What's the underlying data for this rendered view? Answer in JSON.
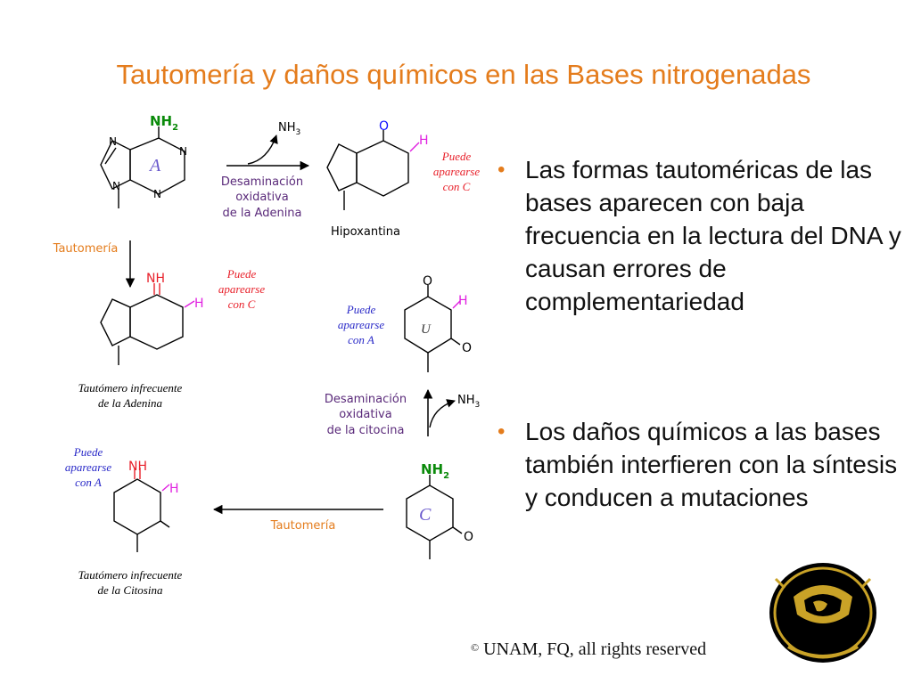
{
  "title": "Tautomería y daños químicos en las Bases nitrogenadas",
  "diagram": {
    "adenine": {
      "amine": "NH",
      "amine_sub": "2",
      "ring_letter": "A",
      "n": "N"
    },
    "deamination_adenine": {
      "byproduct": "NH",
      "byproduct_sub": "3",
      "line1": "Desaminación",
      "line2": "oxidativa",
      "line3": "de la Adenina"
    },
    "hypoxanthine": {
      "name": "Hipoxantina",
      "oxygen": "O",
      "h": "H",
      "note1": "Puede",
      "note2": "aparearse",
      "note3": "con C"
    },
    "tautomeria_left": "Tautomería",
    "adenine_tautomer": {
      "imine": "NH",
      "h": "H",
      "note1": "Puede",
      "note2": "aparearse",
      "note3": "con C",
      "caption1": "Tautómero infrecuente",
      "caption2": "de la Adenina"
    },
    "uracil": {
      "ring_letter": "U",
      "oxygen": "O",
      "h": "H",
      "note1": "Puede",
      "note2": "aparearse",
      "note3": "con A"
    },
    "deamination_cytosine": {
      "byproduct": "NH",
      "byproduct_sub": "3",
      "line1": "Desaminación",
      "line2": "oxidativa",
      "line3": "de la citocina"
    },
    "cytosine": {
      "amine": "NH",
      "amine_sub": "2",
      "ring_letter": "C",
      "oxygen": "O"
    },
    "tautomeria_bottom": "Tautomería",
    "cytosine_tautomer": {
      "imine": "NH",
      "h": "H",
      "note1": "Puede",
      "note2": "aparearse",
      "note3": "con A",
      "caption1": "Tautómero infrecuente",
      "caption2": "de la Citosina"
    }
  },
  "bullets": [
    "Las formas tautoméricas de las bases aparecen con baja frecuencia en la lectura del DNA y causan errores de complementariedad",
    "Los daños químicos a las bases también interfieren con la síntesis y conducen a mutaciones"
  ],
  "copyright": {
    "symbol": "©",
    "text": "UNAM, FQ, all rights reserved"
  },
  "colors": {
    "title": "#e47c1c",
    "bullet": "#e47c1c",
    "note_red": "#e8202a",
    "note_blue": "#2a2ac8",
    "amine_green": "#0a8a0a",
    "h_magenta": "#e020e0",
    "label_purple": "#5a2a7a",
    "oxygen_blue": "#1010ff",
    "seal_gold": "#c9a227"
  }
}
